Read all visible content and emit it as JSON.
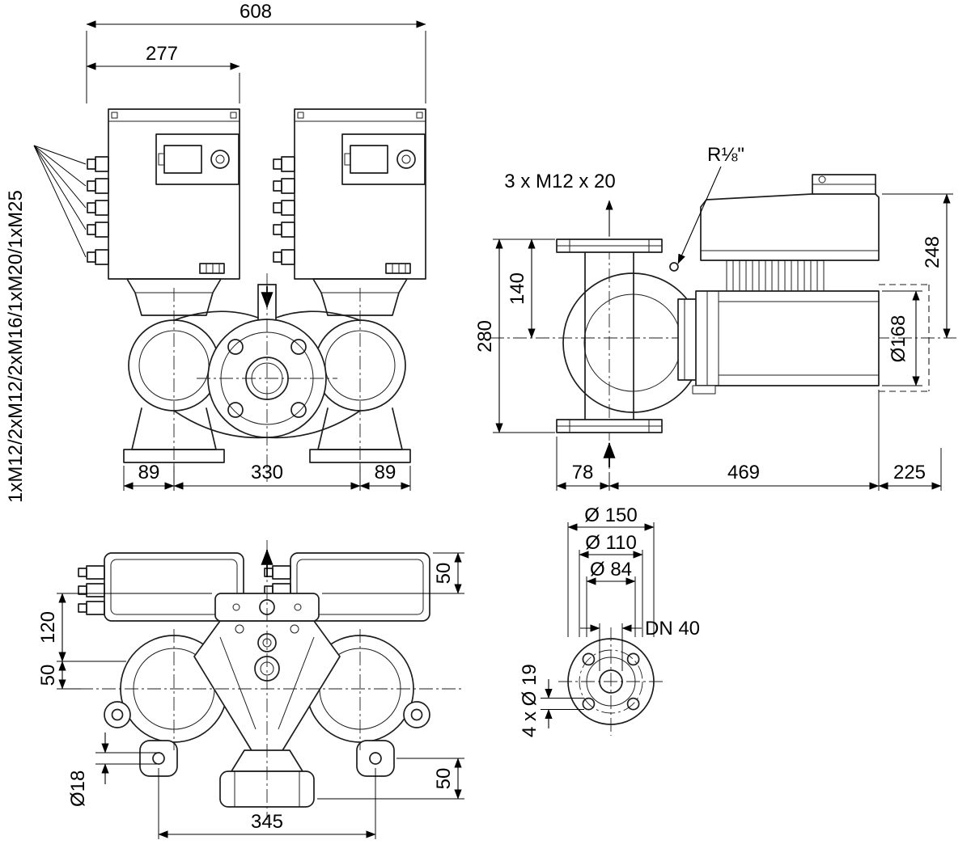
{
  "meta": {
    "line_color": "#1d1d1d",
    "background": "#ffffff",
    "drawing_type": "pump dimensional drawing, four views"
  },
  "front_view": {
    "dim_overall_width": "608",
    "dim_partial_width": "277",
    "dim_foot_left": "89",
    "dim_center_distance": "330",
    "dim_foot_right": "89",
    "cable_glands_label": "1xM12/2xM12/2xM16/1xM20/1xM25"
  },
  "side_view": {
    "bolt_spec": "3 x M12 x 20",
    "plug_thread": "R⅛\"",
    "dim_height_module": "248",
    "dim_flange_to_axis": "140",
    "dim_port_to_port": "280",
    "dim_motor_diameter": "Ø168",
    "dim_front": "78",
    "dim_middle": "469",
    "dim_rear": "225"
  },
  "top_view": {
    "dim_top_right": "50",
    "dim_left_upper": "120",
    "dim_left_lower": "50",
    "dim_foot_hole": "Ø18",
    "dim_bottom_right": "50",
    "dim_foot_span": "345"
  },
  "flange_view": {
    "dim_outer": "Ø 150",
    "dim_bolt_circle": "Ø 110",
    "dim_raised_face": "Ø 84",
    "dim_nominal": "DN 40",
    "dim_bolt_holes": "4 x Ø 19"
  }
}
